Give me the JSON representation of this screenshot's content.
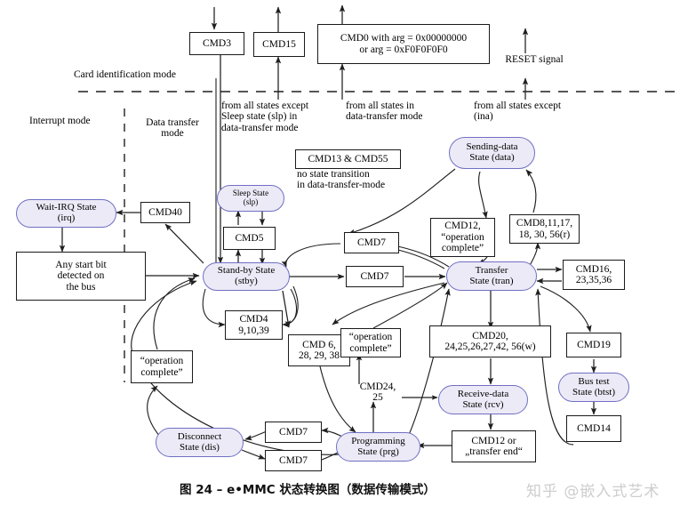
{
  "figure": {
    "caption": "图 24 – e•MMC 状态转换图（数据传输模式）",
    "watermark": "知乎 @嵌入式艺术",
    "colors": {
      "state_fill": "#eceaf6",
      "state_stroke": "#6f6fc4",
      "box_stroke": "#1a1a1a",
      "line": "#222222",
      "caption": "#111111",
      "watermark": "#cdcdcd"
    }
  },
  "mode_labels": {
    "card_identification_mode": "Card identification mode",
    "interrupt_mode": "Interrupt mode",
    "data_transfer_mode_l1": "Data transfer",
    "data_transfer_mode_l2": "mode"
  },
  "annotations": {
    "reset_signal": "RESET signal",
    "from_all_except_sleep_l1": "from all states except",
    "from_all_except_sleep_l2": "Sleep state (slp) in",
    "from_all_except_sleep_l3": "data-transfer mode",
    "from_all_in_dtm_l1": "from all states in",
    "from_all_in_dtm_l2": "data-transfer mode",
    "from_all_except_ina_l1": "from all states except",
    "from_all_except_ina_l2": "(ina)",
    "no_state_transition_l1": "no state transition",
    "no_state_transition_l2": "in data-transfer-mode"
  },
  "states": [
    {
      "id": "irq",
      "l1": "Wait-IRQ State",
      "l2": "(irq)"
    },
    {
      "id": "slp",
      "l1": "Sleep State",
      "l2": "(slp)"
    },
    {
      "id": "stby",
      "l1": "Stand-by State",
      "l2": "(stby)"
    },
    {
      "id": "data",
      "l1": "Sending-data",
      "l2": "State (data)"
    },
    {
      "id": "tran",
      "l1": "Transfer",
      "l2": "State (tran)"
    },
    {
      "id": "rcv",
      "l1": "Receive-data",
      "l2": "State (rcv)"
    },
    {
      "id": "btst",
      "l1": "Bus test",
      "l2": "State (btst)"
    },
    {
      "id": "prg",
      "l1": "Programming",
      "l2": "State (prg)"
    },
    {
      "id": "dis",
      "l1": "Disconnect",
      "l2": "State (dis)"
    }
  ],
  "command_boxes": {
    "cmd3": "CMD3",
    "cmd15": "CMD15",
    "cmd0_l1": "CMD0 with arg = 0x00000000",
    "cmd0_l2": "or arg = 0xF0F0F0F0",
    "cmd13_55": "CMD13 & CMD55",
    "cmd40": "CMD40",
    "cmd5": "CMD5",
    "cmd7_a": "CMD7",
    "cmd7_b": "CMD7",
    "cmd7_c": "CMD7",
    "cmd7_d": "CMD7",
    "cmd4_l1": "CMD4",
    "cmd4_l2": "9,10,39",
    "cmd12_op_l1": "CMD12,",
    "cmd12_op_l2": "“operation",
    "cmd12_op_l3": "complete”",
    "cmd8_l1": "CMD8,11,17,",
    "cmd8_l2": "18, 30, 56(r)",
    "cmd16_l1": "CMD16,",
    "cmd16_l2": "23,35,36",
    "cmd19": "CMD19",
    "cmd14": "CMD14",
    "cmd20_l1": "CMD20,",
    "cmd20_l2": "24,25,26,27,42, 56(w)",
    "cmd6_l1": "CMD 6,",
    "cmd6_l2": "28, 29, 38",
    "cmd12_end_l1": "CMD12 or",
    "cmd12_end_l2": "„transfer end“",
    "op_complete_right_l1": "“operation",
    "op_complete_right_l2": "complete”",
    "op_complete_left_l1": "“operation",
    "op_complete_left_l2": "complete”",
    "cmd24_l1": "CMD24,",
    "cmd24_l2": "25",
    "any_start_bit_l1": "Any start bit",
    "any_start_bit_l2": "detected on",
    "any_start_bit_l3": "the bus"
  },
  "diagram_meta": {
    "type": "state-transition-diagram",
    "standard": "e-MMC",
    "state_count": 9
  }
}
